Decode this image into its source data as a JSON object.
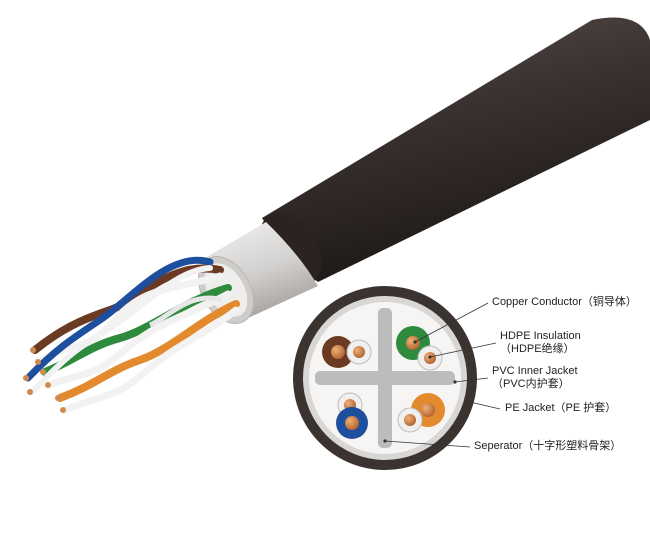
{
  "callouts": [
    {
      "id": "copper",
      "lines": [
        "Copper Conductor（铜导体）"
      ]
    },
    {
      "id": "hdpe",
      "lines": [
        "HDPE Insulation",
        "（HDPE绝缘）"
      ]
    },
    {
      "id": "pvc",
      "lines": [
        "PVC Inner Jacket",
        "（PVC内护套）"
      ]
    },
    {
      "id": "pe",
      "lines": [
        "PE Jacket（PE 护套）"
      ]
    },
    {
      "id": "separator",
      "lines": [
        "Seperator（十字形塑料骨架）"
      ]
    }
  ],
  "colors": {
    "outer_jacket": "#3b3330",
    "inner_jacket": "#d9d7d5",
    "separator": "#bcbcbc",
    "copper": "#c77a43",
    "pair_brown": "#6b3a22",
    "pair_green": "#2e8b3e",
    "pair_blue": "#1e4f9e",
    "pair_orange": "#e38a2e",
    "white_wire": "#f2f2f2"
  }
}
